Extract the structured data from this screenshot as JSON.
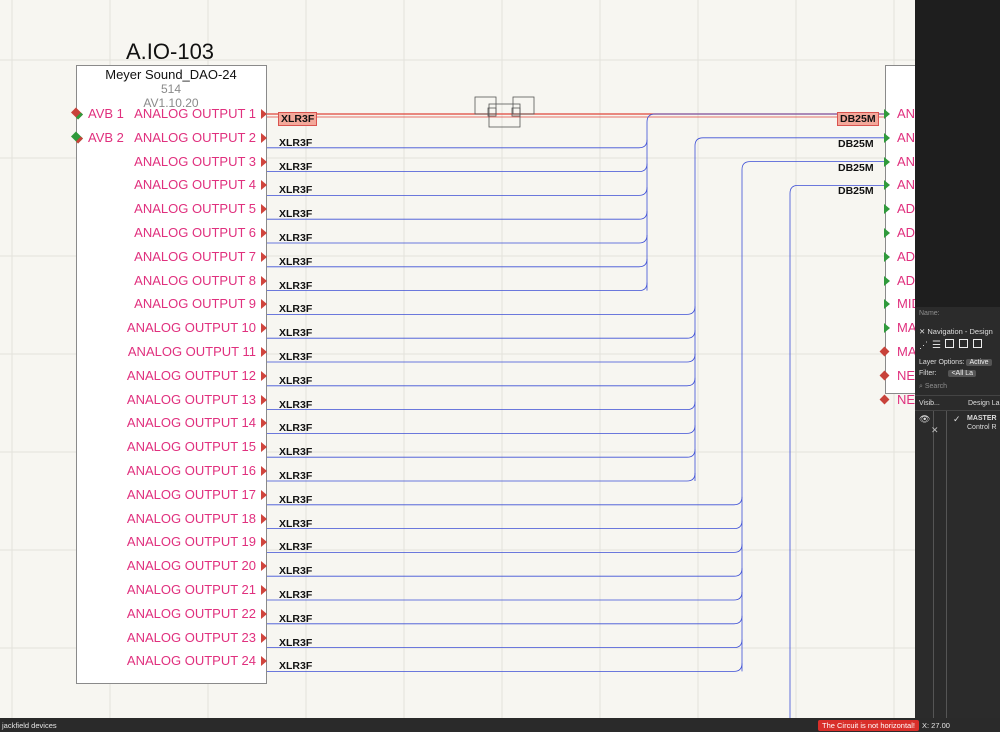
{
  "device_left": {
    "title": "A.IO-103",
    "model": "Meyer Sound_DAO-24",
    "number": "514",
    "version": "AV1.10.20",
    "avb_ports": [
      "AVB 1",
      "AVB 2"
    ],
    "outputs": [
      "ANALOG OUTPUT 1",
      "ANALOG OUTPUT 2",
      "ANALOG OUTPUT 3",
      "ANALOG OUTPUT 4",
      "ANALOG OUTPUT 5",
      "ANALOG OUTPUT 6",
      "ANALOG OUTPUT 7",
      "ANALOG OUTPUT 8",
      "ANALOG OUTPUT 9",
      "ANALOG OUTPUT 10",
      "ANALOG OUTPUT 11",
      "ANALOG OUTPUT 12",
      "ANALOG OUTPUT 13",
      "ANALOG OUTPUT 14",
      "ANALOG OUTPUT 15",
      "ANALOG OUTPUT 16",
      "ANALOG OUTPUT 17",
      "ANALOG OUTPUT 18",
      "ANALOG OUTPUT 19",
      "ANALOG OUTPUT 20",
      "ANALOG OUTPUT 21",
      "ANALOG OUTPUT 22",
      "ANALOG OUTPUT 23",
      "ANALOG OUTPUT 24"
    ]
  },
  "connector_left": "XLR3F",
  "connector_right": "DB25M",
  "device_right": {
    "ports": [
      {
        "label": "AN",
        "arrow": "green"
      },
      {
        "label": "AN",
        "arrow": "green"
      },
      {
        "label": "AN",
        "arrow": "green"
      },
      {
        "label": "AN",
        "arrow": "green"
      },
      {
        "label": "AD",
        "arrow": "green"
      },
      {
        "label": "AD",
        "arrow": "green"
      },
      {
        "label": "AD",
        "arrow": "green"
      },
      {
        "label": "AD",
        "arrow": "green"
      },
      {
        "label": "MID",
        "arrow": "green"
      },
      {
        "label": "MA",
        "arrow": "green"
      },
      {
        "label": "MA",
        "arrow": "diamond"
      },
      {
        "label": "NE",
        "arrow": "diamond"
      },
      {
        "label": "NE",
        "arrow": "diamond"
      }
    ]
  },
  "colors": {
    "port_text": "#e0307e",
    "wire": "#3d4fd6",
    "selected_wire": "#e0453b",
    "arrow_red": "#d0453d",
    "arrow_green": "#2f9a3b",
    "diamond_red": "#c8423a",
    "diamond_green": "#2f9a3b"
  },
  "palette": {
    "name_label": "Name:",
    "title": "Navigation - Design",
    "layer_options_label": "Layer Options:",
    "layer_options_value": "Active",
    "filter_label": "Filter:",
    "filter_value": "<All La",
    "search_placeholder": "Search",
    "col_visibility": "Visib...",
    "col_design_layer": "Design La",
    "row_name": "MASTER",
    "row_sub": "Control R"
  },
  "status": {
    "left_text": "jackfield devices",
    "alert": "The Circuit is not horizontal!",
    "coord": "X: 27.00"
  }
}
